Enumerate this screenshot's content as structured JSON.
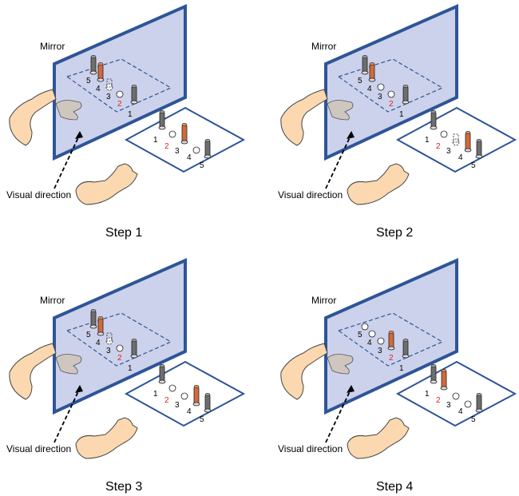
{
  "labels": {
    "mirror": "Mirror",
    "visual_direction": "Visual direction"
  },
  "colors": {
    "mirror_fill": "#c9d0ea",
    "mirror_border": "#2e5596",
    "peg_gray": "#6e6e6e",
    "peg_orange": "#d26a3a",
    "skin": "#fbd8b0",
    "skin_shadow": "#cfc6c0",
    "red_number": "#e02020"
  },
  "steps": [
    {
      "title": "Step 1",
      "nums": [
        "1",
        "2",
        "3",
        "4",
        "5"
      ]
    },
    {
      "title": "Step 2",
      "nums": [
        "1",
        "2",
        "3",
        "4",
        "5"
      ]
    },
    {
      "title": "Step 3",
      "nums": [
        "1",
        "2",
        "3",
        "4",
        "5"
      ]
    },
    {
      "title": "Step 4",
      "nums": [
        "1",
        "2",
        "3",
        "4",
        "5"
      ]
    }
  ]
}
